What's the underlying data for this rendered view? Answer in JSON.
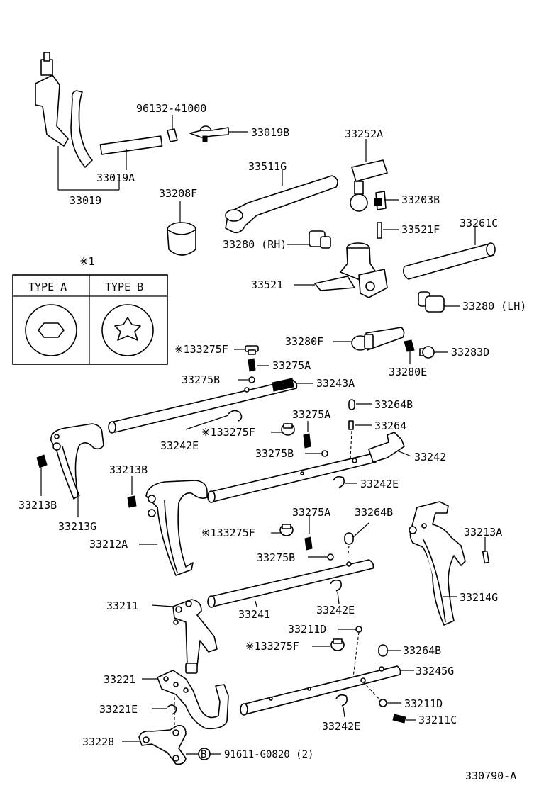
{
  "diagram_code": "330790-A",
  "legend": {
    "marker": "※1",
    "type_a": "TYPE  A",
    "type_b": "TYPE  B"
  },
  "circle_marker": "B",
  "parts": {
    "p96132": "96132-41000",
    "p33019B": "33019B",
    "p33019A": "33019A",
    "p33019": "33019",
    "p33252A": "33252A",
    "p33511G": "33511G",
    "p33203B": "33203B",
    "p33208F": "33208F",
    "p33521F": "33521F",
    "p33261C": "33261C",
    "p33280RH": "33280 (RH)",
    "p33521": "33521",
    "p33280LH": "33280 (LH)",
    "p133275F_top": "※133275F",
    "p33280F": "33280F",
    "p33275A_1": "33275A",
    "p33283D": "33283D",
    "p33280E": "33280E",
    "p33275B_1": "33275B",
    "p33243A": "33243A",
    "p33264B_1": "33264B",
    "p33275A_2": "33275A",
    "p33264": "33264",
    "p133275F_2": "※133275F",
    "p33242E_1": "33242E",
    "p33275B_2": "33275B",
    "p33242": "33242",
    "p33213B_top": "33213B",
    "p33242E_2": "33242E",
    "p33213B_left": "33213B",
    "p33213G": "33213G",
    "p33212A": "33212A",
    "p33275A_3": "33275A",
    "p33264B_2": "33264B",
    "p133275F_3": "※133275F",
    "p33213A": "33213A",
    "p33275B_3": "33275B",
    "p33211": "33211",
    "p33241": "33241",
    "p33242E_3": "33242E",
    "p33214G": "33214G",
    "p33211D_1": "33211D",
    "p133275F_4": "※133275F",
    "p33264B_3": "33264B",
    "p33221": "33221",
    "p33245G": "33245G",
    "p33211D_2": "33211D",
    "p33221E": "33221E",
    "p33242E_4": "33242E",
    "p33211C": "33211C",
    "p33228": "33228",
    "p91611": "91611-G0820 (2)"
  }
}
